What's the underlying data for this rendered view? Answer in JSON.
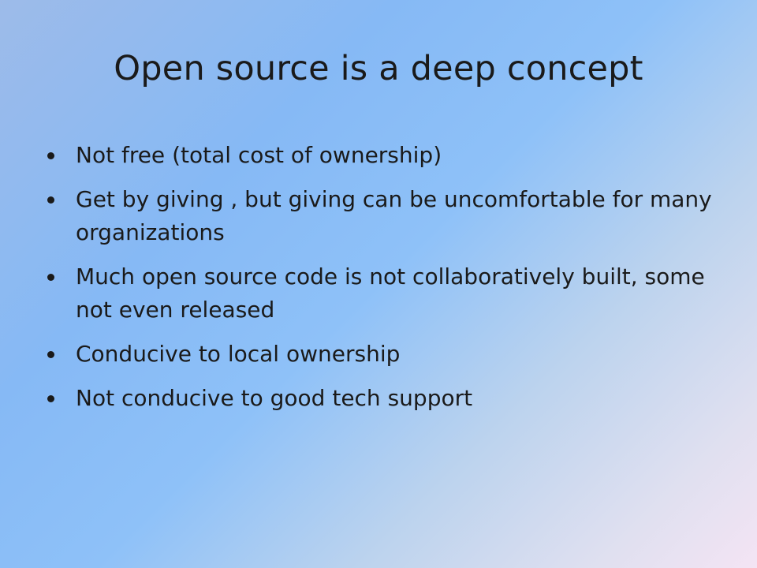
{
  "slide": {
    "title": "Open source is a deep concept",
    "bullets": [
      "Not free (total cost of ownership)",
      "Get by giving , but giving can be uncomfortable for many organizations",
      "Much open source code is not collaboratively built, some not even released",
      "Conducive to local ownership",
      "Not conducive to good tech support"
    ]
  },
  "colors": {
    "text": "#1a1a1a",
    "background_start": "#9dbbe9",
    "background_mid": "#8ec1f8",
    "background_end": "#f4e4f4"
  }
}
